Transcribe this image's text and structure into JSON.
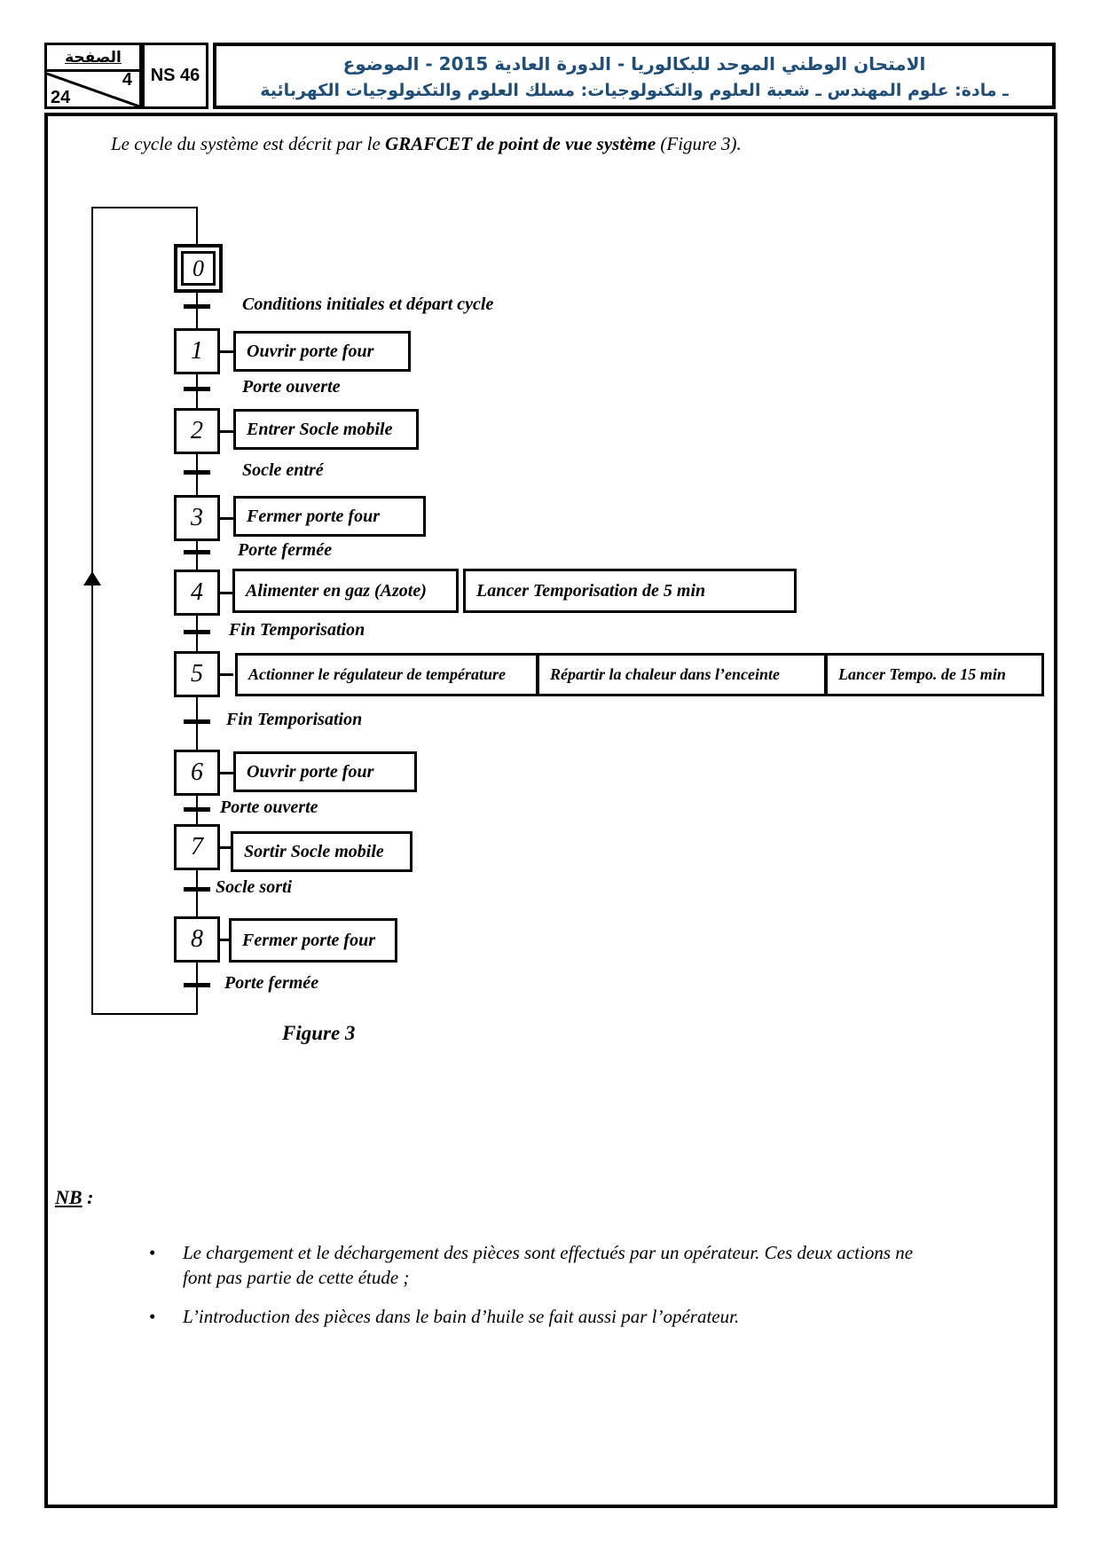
{
  "header": {
    "page_label": "الصفحة",
    "page_current": "4",
    "page_total": "24",
    "ref": "NS 46",
    "title_line1": "الامتحان الوطني الموحد للبكالوريا -  الدورة العادية  2015 -   الموضوع",
    "title_line2": "ـ مادة: علوم المهندس ـ شعبة العلوم والتكنولوجيات: مسلك العلوم والتكنولوجيات الكهربائية",
    "title_color": "#1f4e79"
  },
  "intro": {
    "pre": "Le  cycle du système est décrit par le ",
    "bold": "GRAFCET de point de vue système",
    "post": " (Figure 3)."
  },
  "grafcet": {
    "steps": [
      {
        "num": "0",
        "initial": true,
        "actions": [],
        "transition": "Conditions initiales et départ cycle"
      },
      {
        "num": "1",
        "actions": [
          "Ouvrir porte four"
        ],
        "transition": "Porte ouverte"
      },
      {
        "num": "2",
        "actions": [
          "Entrer Socle mobile"
        ],
        "transition": "Socle entré"
      },
      {
        "num": "3",
        "actions": [
          "Fermer porte four"
        ],
        "transition": "Porte fermée"
      },
      {
        "num": "4",
        "actions": [
          "Alimenter en  gaz (Azote)",
          "Lancer Temporisation de 5 min"
        ],
        "transition": "Fin Temporisation"
      },
      {
        "num": "5",
        "actions": [
          "Actionner le régulateur de température",
          "Répartir  la chaleur dans l’enceinte",
          "Lancer Tempo.  de 15 min"
        ],
        "transition": "Fin Temporisation"
      },
      {
        "num": "6",
        "actions": [
          "Ouvrir porte four"
        ],
        "transition": "Porte ouverte"
      },
      {
        "num": "7",
        "actions": [
          "Sortir Socle mobile"
        ],
        "transition": "Socle sorti"
      },
      {
        "num": "8",
        "actions": [
          "Fermer porte four"
        ],
        "transition": "Porte fermée"
      }
    ],
    "caption": "Figure 3"
  },
  "nb": {
    "label": "NB",
    "colon": " :",
    "bullets": [
      "Le chargement et le déchargement des pièces sont effectués par un opérateur. Ces deux actions ne font pas partie de cette étude ;",
      "L’introduction des pièces dans le bain d’huile se fait aussi par l’opérateur."
    ]
  }
}
